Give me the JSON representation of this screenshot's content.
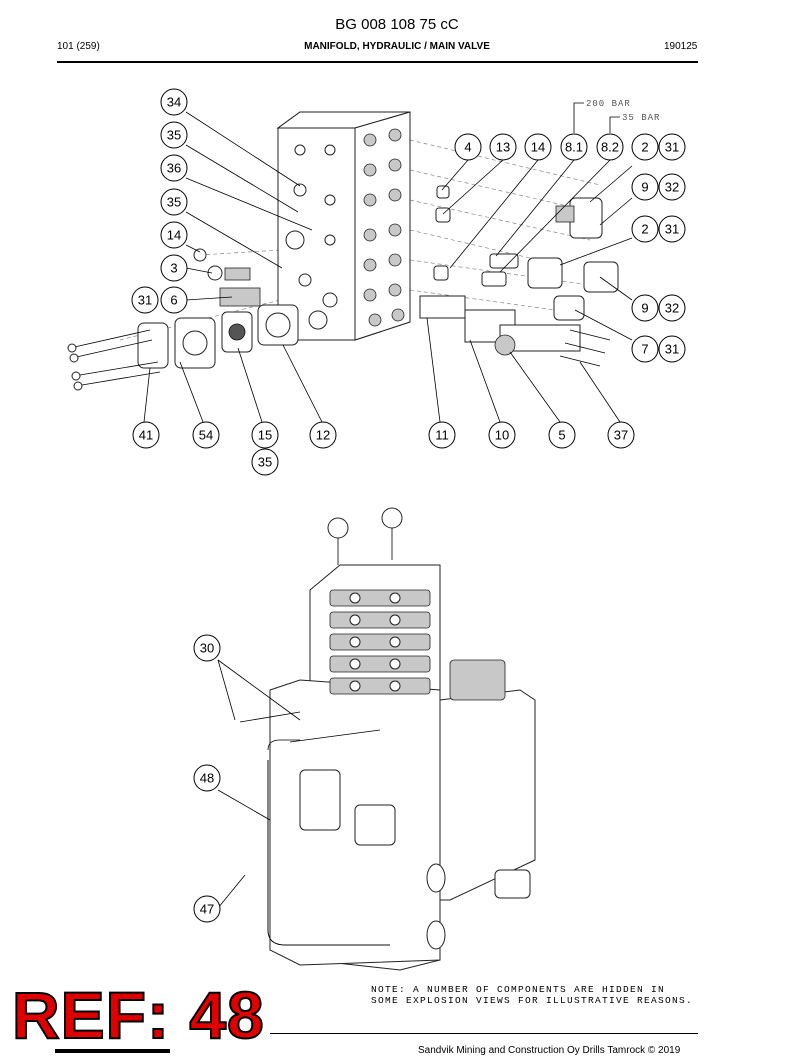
{
  "header": {
    "doc_number": "BG 008 108 75 cC",
    "page": "101 (259)",
    "title": "MANIFOLD, HYDRAULIC / MAIN VALVE",
    "date": "190125"
  },
  "pressure_labels": {
    "p200": "200 BAR",
    "p35": "35 BAR"
  },
  "callouts_top": [
    "34",
    "35",
    "36",
    "35",
    "14",
    "3",
    "31",
    "6",
    "4",
    "13",
    "14",
    "8.1",
    "8.2",
    "2",
    "31",
    "9",
    "32",
    "2",
    "31",
    "9",
    "32",
    "7",
    "31",
    "41",
    "54",
    "15",
    "35",
    "12",
    "11",
    "10",
    "5",
    "37"
  ],
  "callouts_bottom": [
    "30",
    "48",
    "47"
  ],
  "note": {
    "line1": "NOTE: A NUMBER OF COMPONENTS ARE HIDDEN IN",
    "line2": "SOME EXPLOSION VIEWS FOR ILLUSTRATIVE REASONS."
  },
  "ref_label": "REF: 48",
  "footer": "Sandvik Mining and Construction Oy Drills Tamrock © 2019"
}
